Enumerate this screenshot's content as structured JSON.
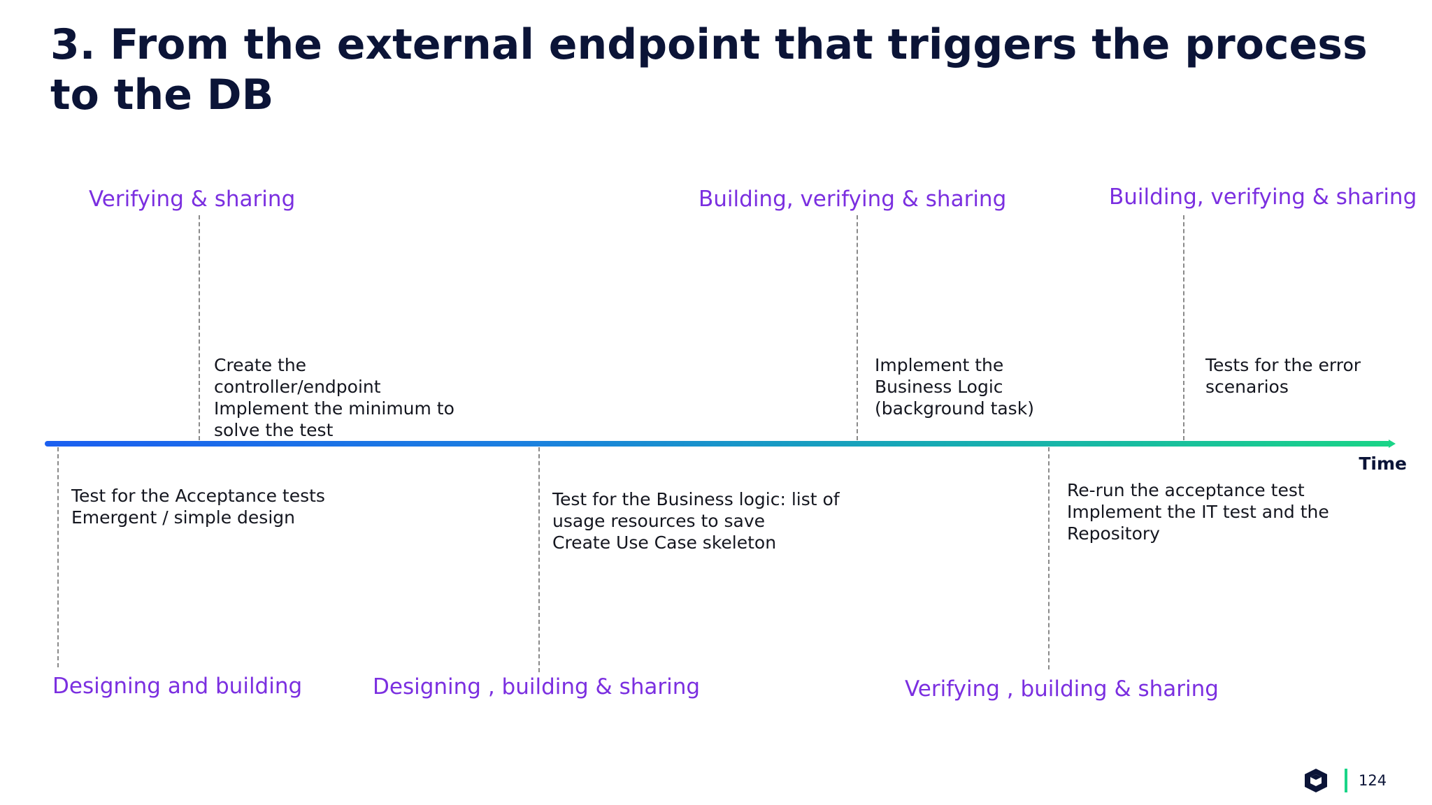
{
  "title": "3. From the external endpoint that triggers the process to the DB",
  "axis_label": "Time",
  "page_number": "124",
  "colors": {
    "title": "#0b1437",
    "phase": "#7b2fe0",
    "note": "#14161f",
    "timeline_start": "#1b5ff0",
    "timeline_end": "#1ad487",
    "footer_bar": "#1ad487"
  },
  "above": [
    {
      "phase": "Verifying & sharing",
      "lines": [
        "Create the",
        "controller/endpoint",
        "Implement the minimum to",
        "solve the test"
      ]
    },
    {
      "phase": "Building, verifying & sharing",
      "lines": [
        "Implement the",
        "Business Logic",
        "(background task)"
      ]
    },
    {
      "phase": "Building, verifying & sharing",
      "lines": [
        "Tests for the error",
        "scenarios"
      ]
    }
  ],
  "below": [
    {
      "phase": "Designing  and building",
      "lines": [
        "Test for the Acceptance tests",
        "Emergent / simple design"
      ]
    },
    {
      "phase": "Designing  , building & sharing",
      "lines": [
        "Test for the Business logic: list of",
        "usage resources to save",
        "Create Use Case skeleton"
      ]
    },
    {
      "phase": "Verifying , building & sharing",
      "lines": [
        "Re-run the acceptance test",
        "Implement the IT test and the",
        "Repository"
      ]
    }
  ],
  "logo_icon": "cube-logo-icon"
}
